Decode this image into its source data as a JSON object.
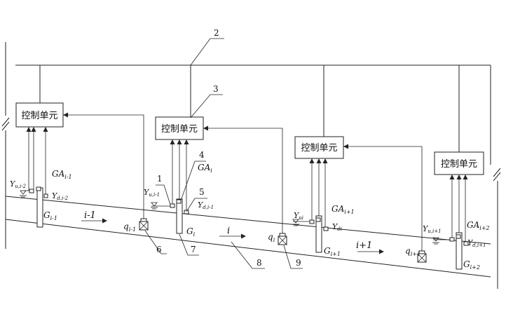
{
  "units": {
    "u1": {
      "label": "控制单元",
      "ga": "GA",
      "ga_sub": "i-1",
      "g": "G",
      "g_sub": "i-1",
      "yu": "Y",
      "yu_sub": "u,i-2",
      "yd": "Y",
      "yd_sub": "d,i-2"
    },
    "u2": {
      "label": "控制单元",
      "ga": "GA",
      "ga_sub": "i",
      "g": "G",
      "g_sub": "i",
      "yu": "Y",
      "yu_sub": "u,i-1",
      "yd": "Y",
      "yd_sub": "d,i-1"
    },
    "u3": {
      "label": "控制单元",
      "ga": "GA",
      "ga_sub": "i+1",
      "g": "G",
      "g_sub": "i+1",
      "yu": "Y",
      "yu_sub": "ui",
      "yd": "Y",
      "yd_sub": "di"
    },
    "u4": {
      "label": "控制单元",
      "ga": "GA",
      "ga_sub": "i+2",
      "g": "G",
      "g_sub": "i+2",
      "yu": "Y",
      "yu_sub": "u,i+1",
      "yd": "Y",
      "yd_sub": "d,i+1"
    }
  },
  "flows": {
    "q1": {
      "q": "q",
      "sub": "i-1"
    },
    "q2": {
      "q": "q",
      "sub": "i"
    },
    "q3": {
      "q": "q",
      "sub": "i+1"
    }
  },
  "reaches": {
    "r1": "i-1",
    "r2": "i",
    "r3": "i+1"
  },
  "callouts": {
    "n1": "1",
    "n2": "2",
    "n3": "3",
    "n4": "4",
    "n5": "5",
    "n6": "6",
    "n7": "7",
    "n8": "8",
    "n9": "9"
  }
}
